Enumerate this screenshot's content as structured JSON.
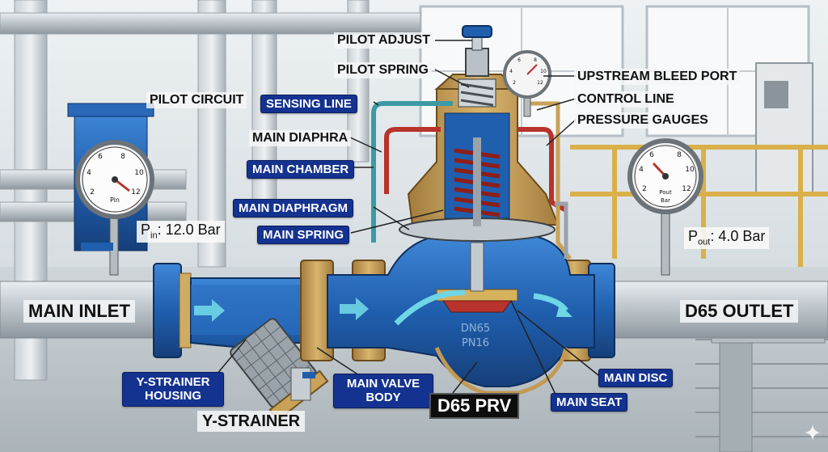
{
  "labels": {
    "pilot_adjust": "PILOT ADJUST",
    "pilot_spring": "PILOT SPRING",
    "upstream_bleed_port": "UPSTREAM BLEED PORT",
    "control_line": "CONTROL LINE",
    "pressure_gauges": "PRESSURE GAUGES",
    "pilot_circuit": "PILOT CIRCUIT",
    "sensing_line": "SENSING LINE",
    "main_diaphra": "MAIN DIAPHRA",
    "main_chamber": "MAIN CHAMBER",
    "main_diaphragm": "MAIN DIAPHRAGM",
    "main_spring": "MAIN SPRING",
    "main_inlet": "MAIN INLET",
    "d65_outlet": "D65 OUTLET",
    "y_strainer_housing": "Y-STRAINER HOUSING",
    "y_strainer": "Y-STRAINER",
    "main_valve_body": "MAIN VALVE BODY",
    "d65_prv": "D65 PRV",
    "main_disc": "MAIN DISC",
    "main_seat": "MAIN SEAT"
  },
  "pressure_in": {
    "symbol": "P",
    "sub": "in",
    "value": ": 12.0 Bar"
  },
  "pressure_out": {
    "symbol": "P",
    "sub": "out",
    "value": ": 4.0 Bar"
  },
  "gauge_in": {
    "unit": "Pin",
    "ticks": [
      "2",
      "4",
      "6",
      "8",
      "10",
      "12"
    ],
    "reading": 12
  },
  "gauge_out": {
    "unit": "Pout",
    "sub_unit": "Bar",
    "ticks": [
      "2",
      "4",
      "6",
      "8",
      "10",
      "12"
    ],
    "reading": 4
  },
  "gauge_top": {
    "ticks": [
      "2",
      "4",
      "6",
      "8",
      "10",
      "12"
    ]
  },
  "body_casting": [
    "DN65",
    "PN16"
  ],
  "colors": {
    "body_blue": "#1f5fae",
    "bronze": "#c29a52",
    "label_blue": "#14328f",
    "pipe_steel": "#b4bcc2",
    "spring_red": "#b8332b"
  }
}
